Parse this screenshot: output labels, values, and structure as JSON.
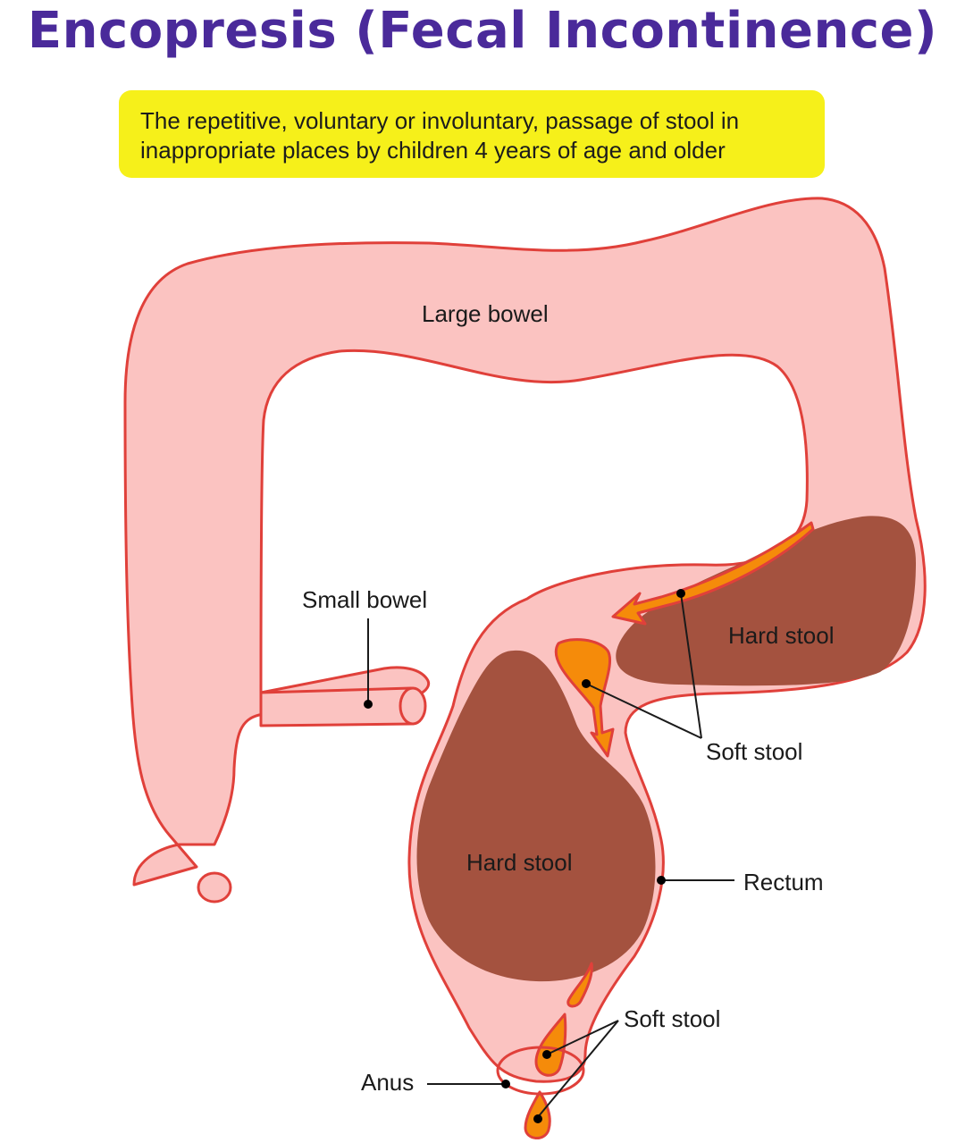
{
  "title": "Encopresis (Fecal Incontinence)",
  "definition": {
    "line1": "The repetitive, voluntary or involuntary, passage of stool in",
    "line2": "inappropriate places by children 4 years of age and older"
  },
  "labels": {
    "large_bowel": "Large bowel",
    "small_bowel": "Small bowel",
    "hard_stool_upper": "Hard stool",
    "hard_stool_lower": "Hard stool",
    "soft_stool_upper": "Soft stool",
    "soft_stool_lower": "Soft stool",
    "rectum": "Rectum",
    "anus": "Anus"
  },
  "colors": {
    "title": "#4a2a9a",
    "definition_box": "#f6f01a",
    "bowel_fill": "#fbc3c1",
    "bowel_outline": "#e0403a",
    "hard_stool": "#a4523f",
    "soft_stool": "#f58b0a"
  }
}
